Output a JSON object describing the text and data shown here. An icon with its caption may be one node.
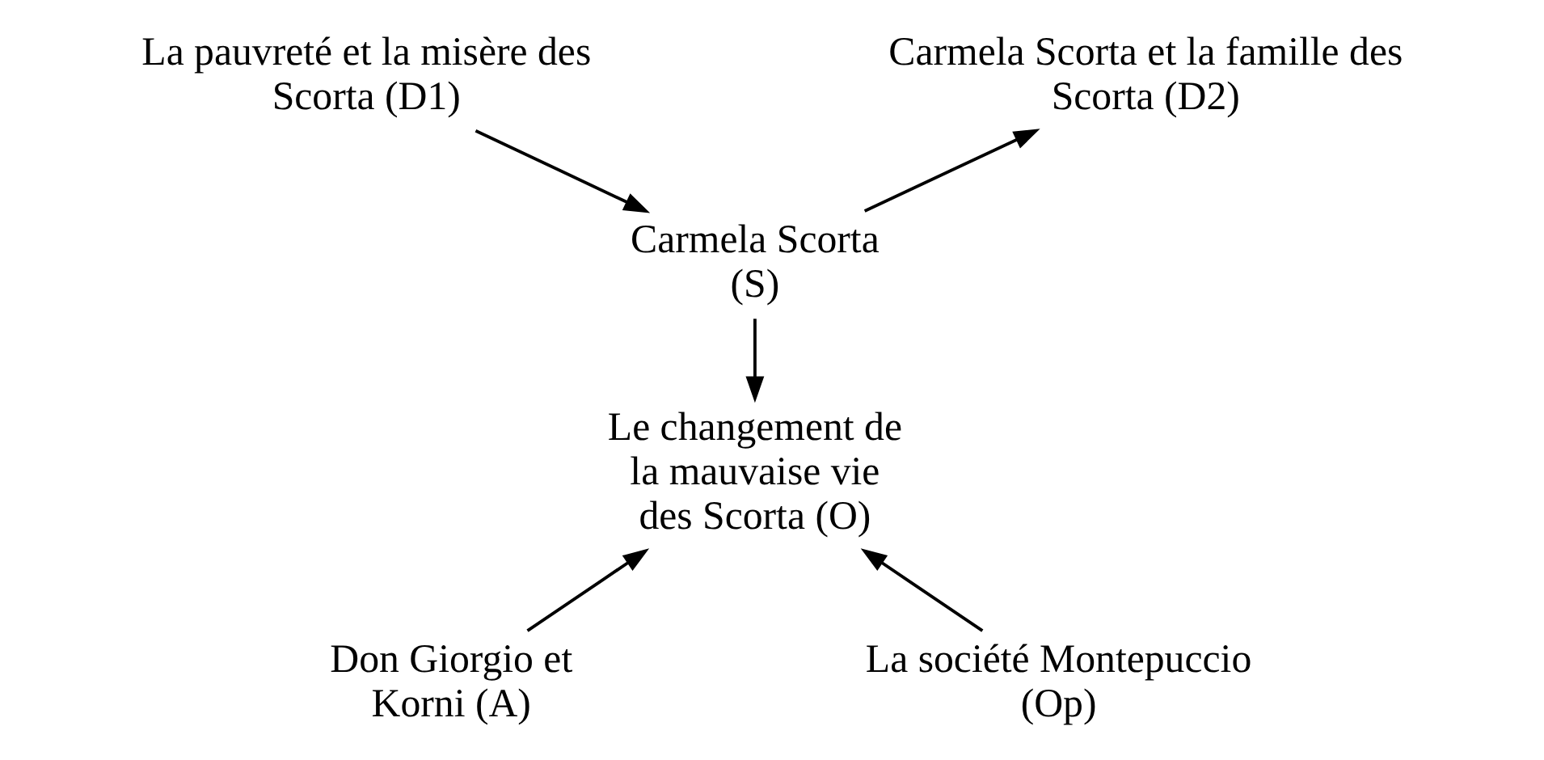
{
  "diagram": {
    "nodes": [
      {
        "text": [
          "La pauvreté et la misère des Scorta (D1)"
        ]
      },
      {
        "text": [
          "Carmela Scorta et la famille des Scorta (D2)"
        ]
      },
      {
        "text": [
          "Carmela Scorta (S)"
        ]
      },
      {
        "text": [
          "Le changement de la mauvaise vie des Scorta (O)"
        ]
      },
      {
        "text": [
          "Don Giorgio et Korni (A)"
        ]
      },
      {
        "text": [
          "La société Montepuccio (Op)"
        ]
      }
    ],
    "edges": [
      {
        "from": 0,
        "to": 2,
        "arrow": "to"
      },
      {
        "from": 2,
        "to": 1,
        "arrow": "to"
      },
      {
        "from": 2,
        "to": 3,
        "arrow": "to"
      },
      {
        "from": 4,
        "to": 3,
        "arrow": "to"
      },
      {
        "from": 5,
        "to": 3,
        "arrow": "to"
      }
    ]
  }
}
